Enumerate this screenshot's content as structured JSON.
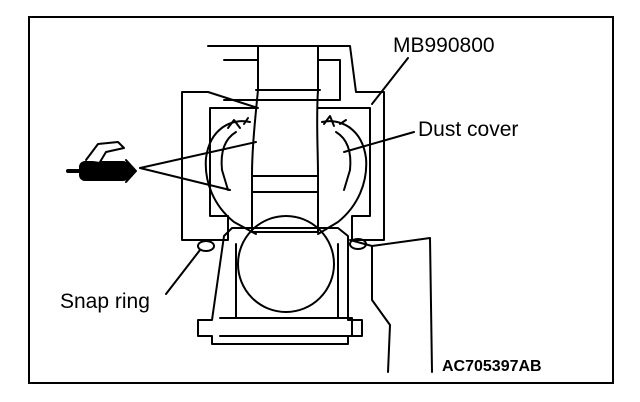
{
  "labels": {
    "tool": "MB990800",
    "dust_cover": "Dust cover",
    "snap_ring": "Snap ring",
    "figure_id": "AC705397AB"
  },
  "icons": [
    "grease-gun-icon"
  ],
  "colors": {
    "ink": "#000000",
    "background": "#ffffff"
  }
}
